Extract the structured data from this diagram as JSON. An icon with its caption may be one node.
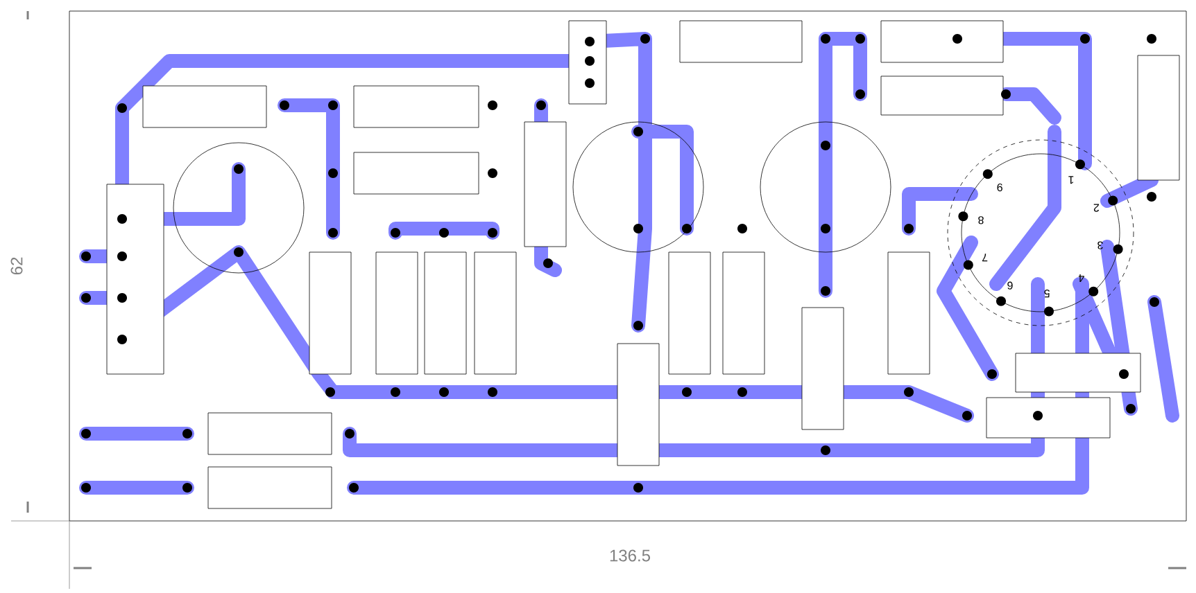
{
  "diagram": {
    "labels": [
      "1",
      "2",
      "3",
      "4",
      "5",
      "6",
      "7",
      "8",
      "9",
      "62",
      "136.5"
    ]
  }
}
